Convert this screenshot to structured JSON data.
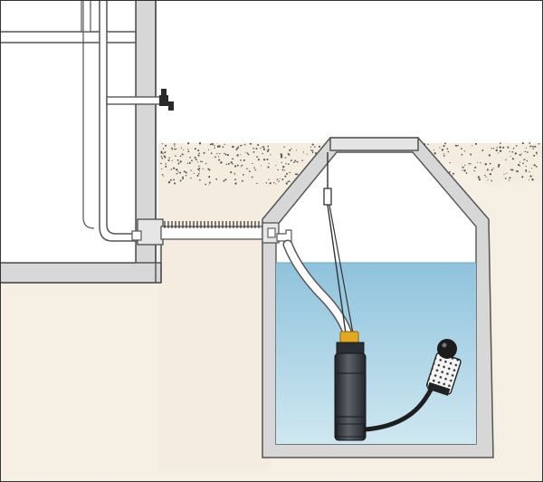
{
  "diagram": {
    "description_visible_text": "",
    "colors": {
      "sky": "#ffffff",
      "ground": "#f5efe4",
      "gravel": "#f3ecdf",
      "wall": "#d7d7d7",
      "wall_outline": "#555555",
      "water_top": "#8fc3dc",
      "water_bottom": "#cfe7f1",
      "pump_body": "#3a3f44",
      "pump_cap": "#e2a91c",
      "filter": "#f4f4f4",
      "hose": "#1e1e1e",
      "pipe": "#ffffff"
    },
    "components": [
      "house-wall",
      "water-tap",
      "cistern-tank",
      "submersible-pump",
      "float-switch",
      "suction-filter",
      "pressure-hose",
      "underground-pipe"
    ]
  }
}
